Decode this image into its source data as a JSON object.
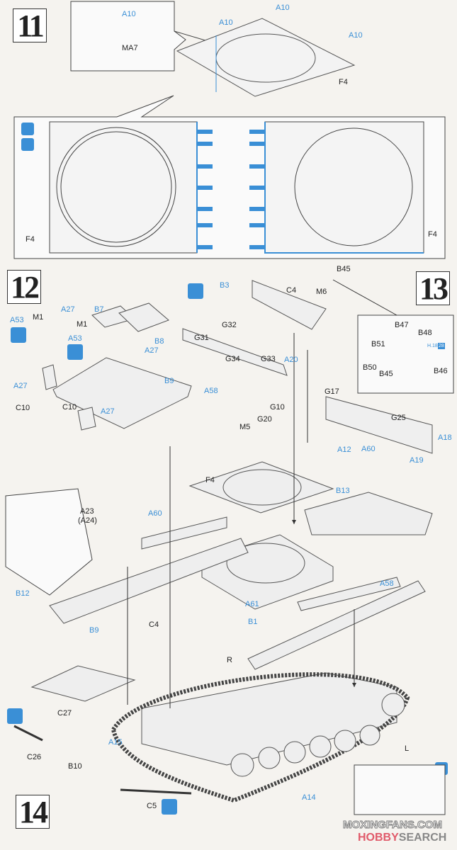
{
  "steps": [
    "11",
    "12",
    "13",
    "14"
  ],
  "labels": {
    "s11": [
      "A10",
      "MA7",
      "A10",
      "A10",
      "A10",
      "F4",
      "F4",
      "F4"
    ],
    "s12": [
      "A53",
      "M1",
      "A27",
      "B7",
      "M1",
      "A53",
      "B8",
      "A27",
      "A27",
      "B9",
      "C10",
      "A27",
      "C10"
    ],
    "s13": [
      "B3",
      "C4",
      "M6",
      "G32",
      "G31",
      "B45",
      "G34",
      "G33",
      "A20",
      "A58",
      "G17",
      "G10",
      "G20",
      "M5",
      "G25",
      "A18",
      "A12",
      "A60",
      "A19",
      "B47",
      "B48",
      "B51",
      "B50",
      "B45",
      "B46",
      "H.18",
      "28"
    ],
    "s14": [
      "F4",
      "A60",
      "B13",
      "A23",
      "(A24)",
      "B12",
      "A61",
      "A58",
      "C4",
      "B1",
      "B9",
      "R",
      "C27",
      "C26",
      "A15",
      "B10",
      "L",
      "C5",
      "A14"
    ]
  },
  "watermark": {
    "site": "MOXINGFANS.COM",
    "brand_a": "HOBBY",
    "brand_b": "SEARCH"
  },
  "colors": {
    "accent": "#3a8fd6",
    "line": "#333333",
    "paper": "#f5f3ef"
  }
}
